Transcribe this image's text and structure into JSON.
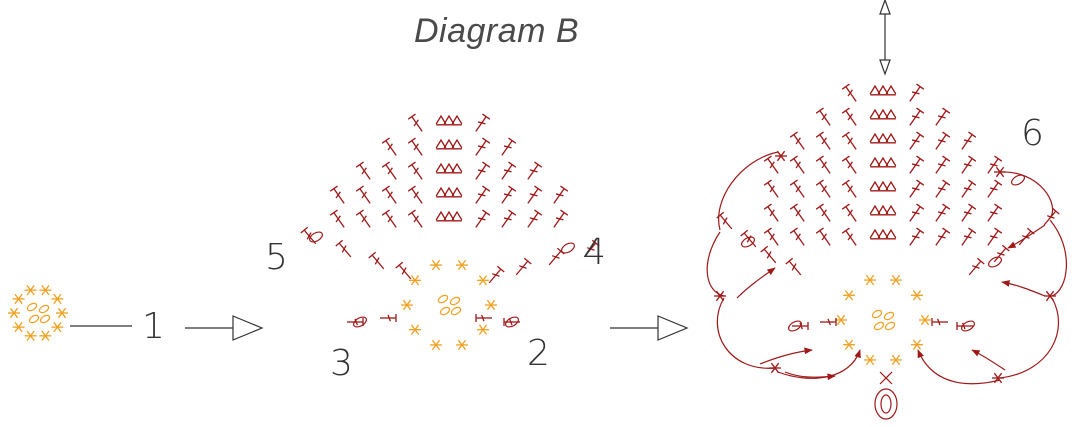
{
  "title": "Diagram B",
  "step_labels": {
    "s1": "1",
    "s2": "2",
    "s3": "3",
    "s4": "4",
    "s5": "5",
    "s6": "6"
  },
  "colors": {
    "dark_red": "#a01818",
    "orange": "#f0a020",
    "ink": "#333333",
    "title": "#4a4a4a"
  }
}
